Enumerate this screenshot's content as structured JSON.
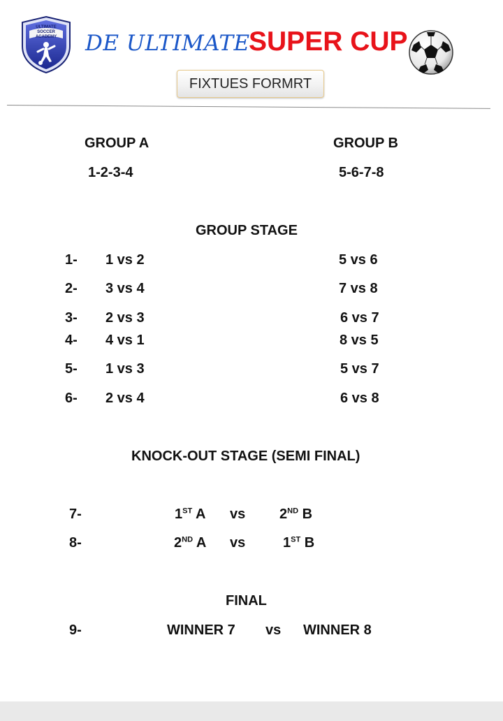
{
  "header": {
    "logo_text": "ULTIMATE SOCCER ACADEMY",
    "title_script": "DE ULTIMATE",
    "title_bold": "SUPER CUP",
    "format_label": "FIXTUES FORMRT"
  },
  "groups": {
    "a": {
      "name": "GROUP A",
      "teams": "1-2-3-4"
    },
    "b": {
      "name": "GROUP B",
      "teams": "5-6-7-8"
    }
  },
  "group_stage": {
    "heading": "GROUP STAGE",
    "matches": [
      {
        "num": "1-",
        "a": "1 vs 2",
        "b": "5 vs 6"
      },
      {
        "num": "2-",
        "a": "3 vs 4",
        "b": "7 vs 8"
      },
      {
        "num": "3-",
        "a": "2 vs 3",
        "b": "6 vs 7"
      },
      {
        "num": "4-",
        "a": "4 vs 1",
        "b": "8 vs 5"
      },
      {
        "num": "5-",
        "a": "1 vs 3",
        "b": "5 vs 7"
      },
      {
        "num": "6-",
        "a": "2 vs 4",
        "b": "6 vs 8"
      }
    ]
  },
  "knockout": {
    "heading": "KNOCK-OUT STAGE (SEMI FINAL)",
    "matches": [
      {
        "num": "7-",
        "left": "1",
        "left_sup": "ST",
        "left_group": "A",
        "vs": "vs",
        "right": "2",
        "right_sup": "ND",
        "right_group": "B"
      },
      {
        "num": "8-",
        "left": "2",
        "left_sup": "ND",
        "left_group": "A",
        "vs": "vs",
        "right": "1",
        "right_sup": "ST",
        "right_group": "B"
      }
    ]
  },
  "final": {
    "heading": "FINAL",
    "num": "9-",
    "left": "WINNER 7",
    "vs": "vs",
    "right": "WINNER 8"
  },
  "colors": {
    "title_script": "#1b57c8",
    "title_bold": "#e8131a",
    "shield": "#2c3fb0"
  }
}
